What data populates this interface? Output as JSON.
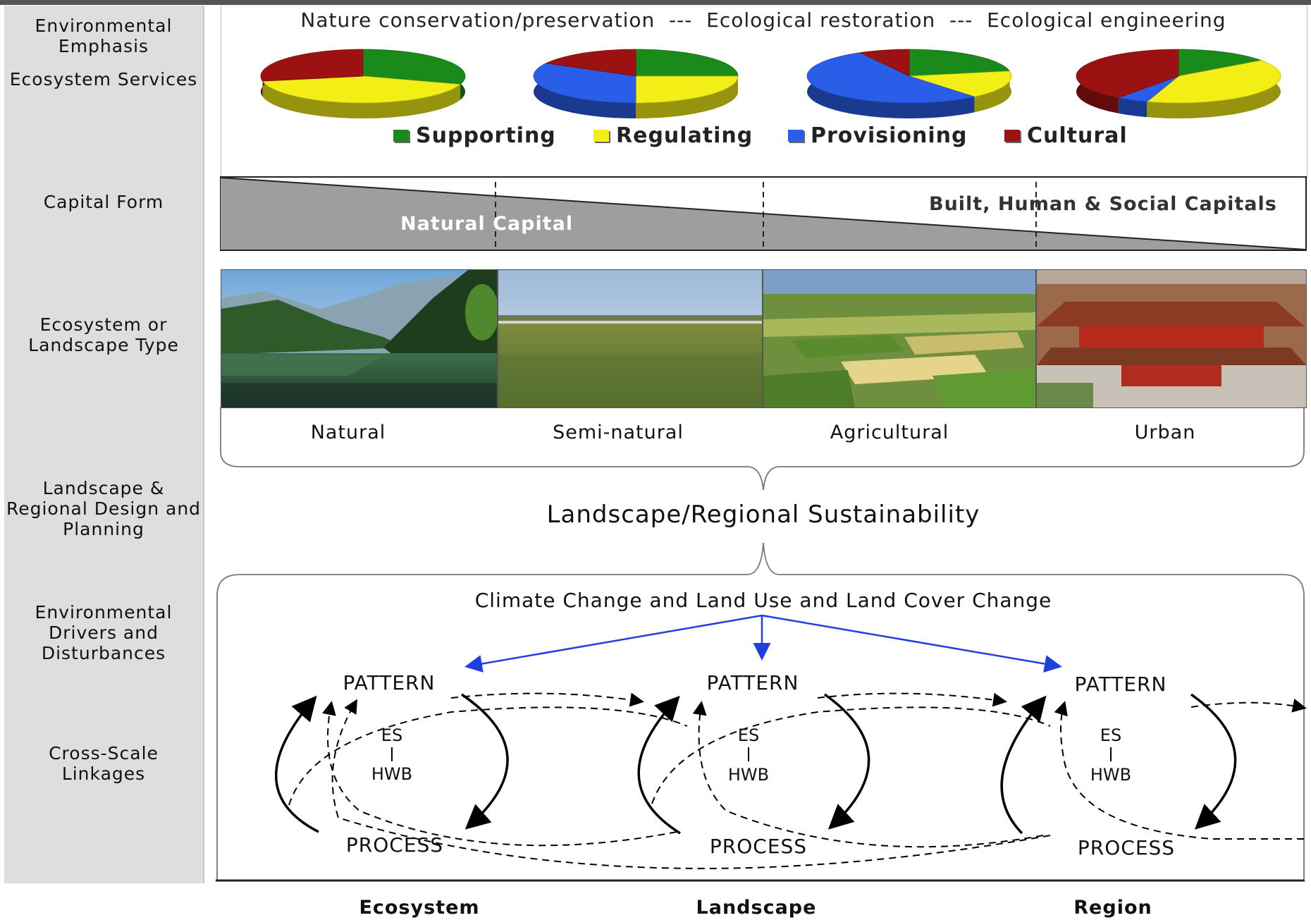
{
  "row_labels": {
    "environmental_emphasis": "Environmental Emphasis",
    "ecosystem_services": "Ecosystem Services",
    "capital_form": "Capital Form",
    "ecosystem_type": "Ecosystem or Landscape Type",
    "design_planning": "Landscape & Regional Design and Planning",
    "drivers": "Environmental Drivers and Disturbances",
    "linkages": "Cross-Scale Linkages"
  },
  "emphasis": {
    "text": "Nature conservation/preservation  ---  Ecological restoration  ---  Ecological engineering"
  },
  "services_legend": [
    {
      "label": "Supporting",
      "color": "#1a8a1a"
    },
    {
      "label": "Regulating",
      "color": "#f2ee16"
    },
    {
      "label": "Provisioning",
      "color": "#2a5ee8"
    },
    {
      "label": "Cultural",
      "color": "#9c1212"
    }
  ],
  "pies": [
    {
      "Supporting": 0.3,
      "Regulating": 0.42,
      "Provisioning": 0.0,
      "Cultural": 0.28
    },
    {
      "Supporting": 0.25,
      "Regulating": 0.25,
      "Provisioning": 0.33,
      "Cultural": 0.17
    },
    {
      "Supporting": 0.22,
      "Regulating": 0.17,
      "Provisioning": 0.53,
      "Cultural": 0.08
    },
    {
      "Supporting": 0.15,
      "Regulating": 0.4,
      "Provisioning": 0.05,
      "Cultural": 0.4
    }
  ],
  "capital": {
    "natural_label": "Natural  Capital",
    "built_label": "Built, Human & Social Capitals"
  },
  "landscape_types": [
    "Natural",
    "Semi-natural",
    "Agricultural",
    "Urban"
  ],
  "sustainability": "Landscape/Regional Sustainability",
  "drivers_text": "Climate Change and Land Use and Land Cover Change",
  "linkage_units": [
    {
      "pattern": "PATTERN",
      "process": "PROCESS",
      "es": "ES",
      "hwb": "HWB"
    },
    {
      "pattern": "PATTERN",
      "process": "PROCESS",
      "es": "ES",
      "hwb": "HWB"
    },
    {
      "pattern": "PATTERN",
      "process": "PROCESS",
      "es": "ES",
      "hwb": "HWB"
    }
  ],
  "scales": [
    "Ecosystem",
    "Landscape",
    "Region"
  ]
}
